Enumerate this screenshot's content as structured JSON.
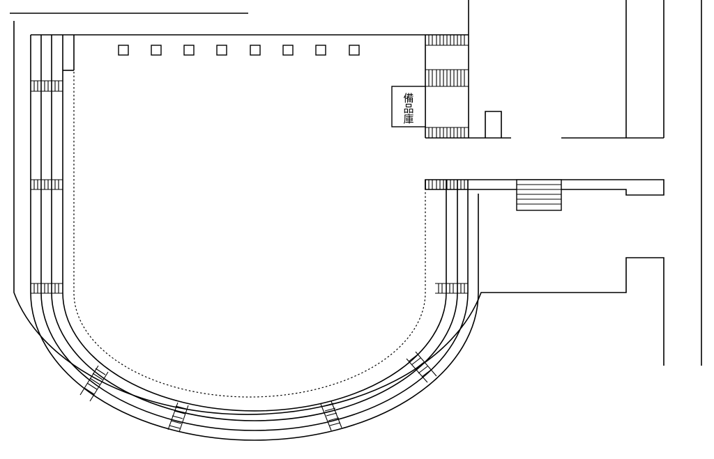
{
  "room_label": [
    "備",
    "品",
    "庫"
  ],
  "colors": {
    "line": "#000000",
    "background": "#ffffff"
  }
}
